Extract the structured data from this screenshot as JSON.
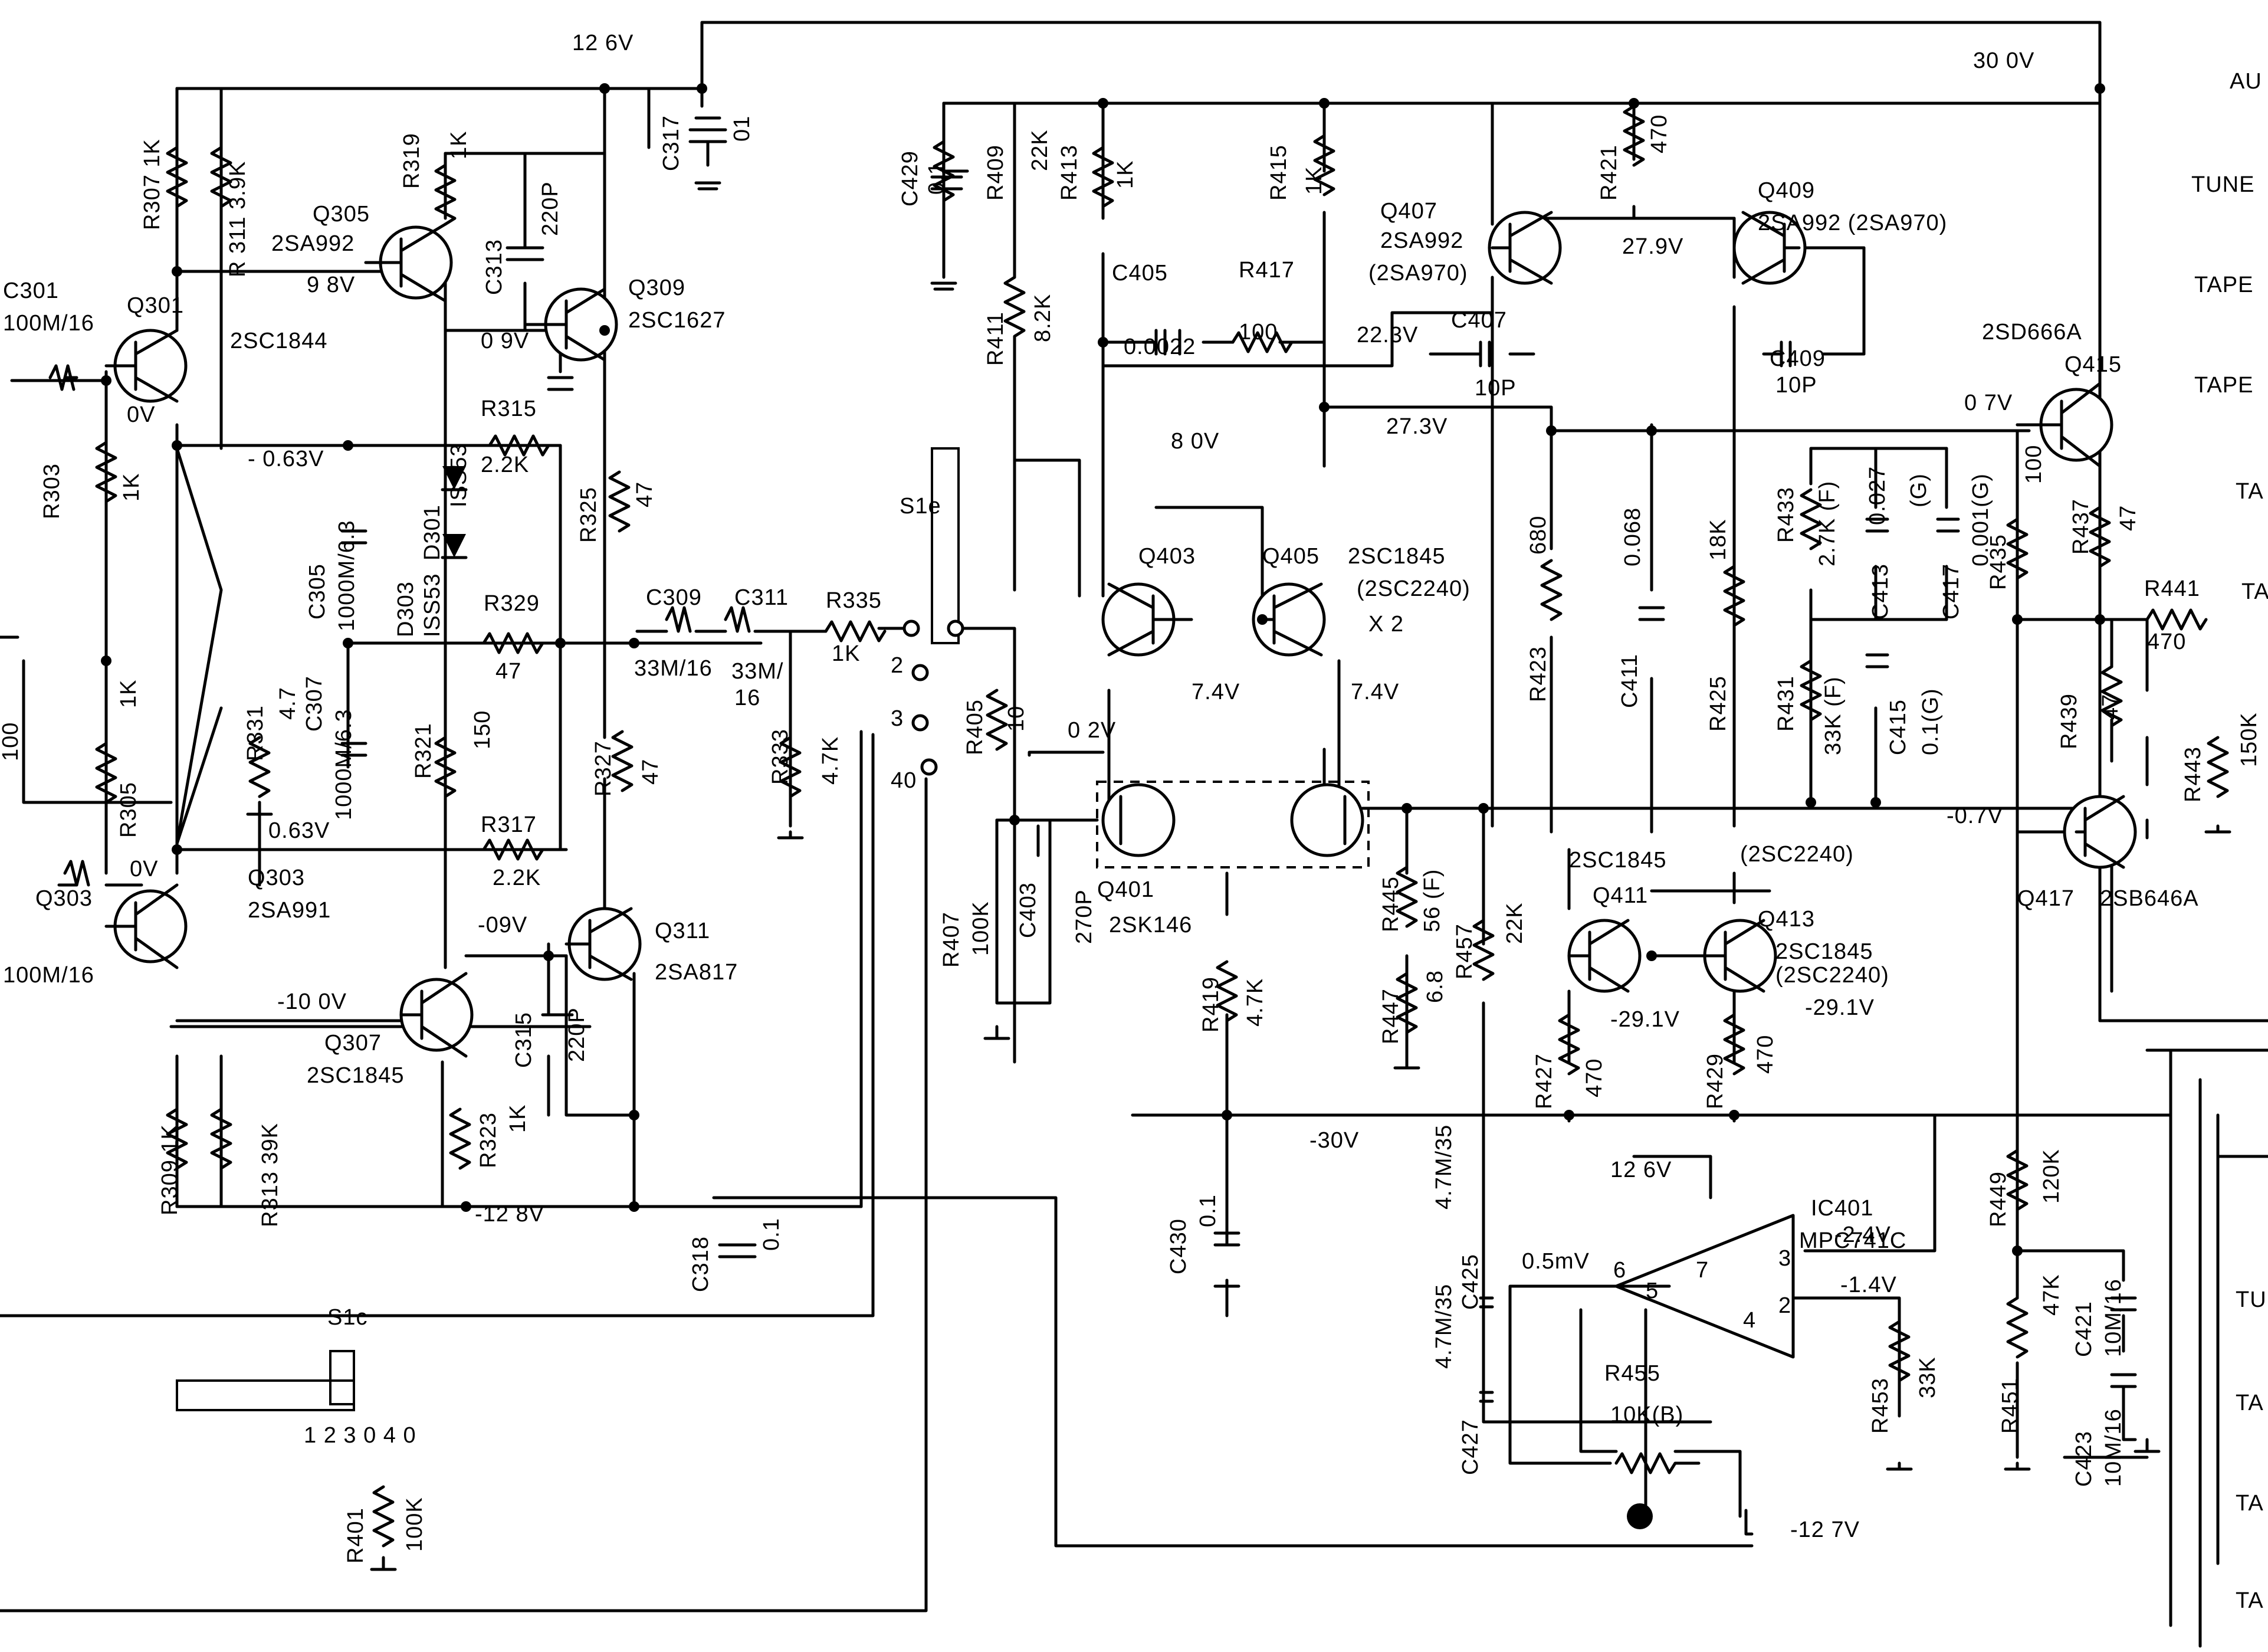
{
  "supply": {
    "v1": "12 6V",
    "v2": "30 0V",
    "neg30": "-30V",
    "neg128": "-12 8V",
    "p126b": "12 6V",
    "neg127": "-12 7V"
  },
  "stage3": {
    "c301": "C301",
    "c301v": "100M/16",
    "q301": "Q301",
    "q301t": "2SC1844",
    "ov1": "0V",
    "r303": "R303",
    "r303v": "1K",
    "r305": "R305",
    "r305v": "1K",
    "hundred": "100",
    "q303a": "Q303",
    "q303b": "100M/16",
    "ov2": "0V",
    "q303n": "Q303",
    "q303t": "2SA991",
    "r307": "R307 1K",
    "r311": "R 311 3.9K",
    "r309": "R309 1K",
    "r313": "R313 39K",
    "q305": "Q305",
    "q305t": "2SA992",
    "v98": "9 8V",
    "r319": "R319",
    "r319v": "1K",
    "c313": "C313",
    "c313v": "220P",
    "q309": "Q309",
    "q309t": "2SC1627",
    "v09": "0 9V",
    "vm063": "- 0.63V",
    "c305": "C305",
    "c305v": "1000M/6.3",
    "d303": "D303",
    "d301": "D301",
    "iss53a": "ISS53",
    "iss53b": "ISS53",
    "r315": "R315",
    "r315v": "2.2K",
    "r325": "R325",
    "r325v": "47",
    "r329": "R329",
    "r329v": "47",
    "r331": "R331",
    "r331v": "4.7",
    "c307": "C307",
    "c307v": "1000M/6.3",
    "v063": "0.63V",
    "r321": "R321",
    "r321v": "150",
    "r317": "R317",
    "r317v": "2.2K",
    "r327": "R327",
    "r327v": "47",
    "vm09": "-09V",
    "q311": "Q311",
    "q311t": "2SA817",
    "vm100": "-10 0V",
    "q307": "Q307",
    "q307t": "2SC1845",
    "c315": "C315",
    "c315v": "220P",
    "r323": "R323",
    "r323v": "1K",
    "c317": "C317",
    "c317v": "01",
    "c318": "C318",
    "c318v": "0.1",
    "c309": "C309",
    "c309v": "33M/16",
    "c311": "C311",
    "c311v1": "33M/",
    "c311v2": "16",
    "r335": "R335",
    "r335v": "1K",
    "r333": "R333",
    "r333v": "4.7K",
    "s1c": "S1c",
    "s1cn": "1 2 3 0 4 0",
    "r401": "R401",
    "r401v": "100K",
    "s1e": "S1e",
    "sw2": "2",
    "sw3": "3",
    "sw4": "40"
  },
  "stage4": {
    "c429": "C429",
    "c429v": "0.1",
    "r409": "R409",
    "r409v": "22K",
    "r413": "R413",
    "r413v": "1K",
    "r411": "R411",
    "r411v": "8.2K",
    "c405": "C405",
    "c405v": "0.0022",
    "r417": "R417",
    "r417v": "100",
    "r415": "R415",
    "r415v": "1K",
    "v80": "8 0V",
    "q403": "Q403",
    "q405": "Q405",
    "q405t": "2SC1845",
    "q405t2": "(2SC2240)",
    "x2": "X 2",
    "v74a": "7.4V",
    "v74b": "7.4V",
    "v02": "0 2V",
    "r405": "R405",
    "r405v": "10",
    "r407": "R407",
    "r407v": "100K",
    "c403": "C403",
    "c403v": "270P",
    "q401": "Q401",
    "q401t": "2SK146",
    "r419": "R419",
    "r419v": "4.7K",
    "c430": "C430",
    "c430v": "0.1",
    "r421": "R421",
    "r421v": "470",
    "q407": "Q407",
    "q407t": "2SA992",
    "q407t2": "(2SA970)",
    "v279": "27.9V",
    "q409": "Q409",
    "q409t": "2SA992 (2SA970)",
    "v223": "22.3V",
    "c407": "C407",
    "c407v": "10P",
    "c409": "C409",
    "c409v": "10P",
    "v273": "27.3V",
    "r423": "R423",
    "r423v": "680",
    "c411": "C411",
    "c411v": "0.068",
    "r425": "R425",
    "r425v": "18K",
    "r433": "R433",
    "r433v": "2.7K (F)",
    "c413": "C413",
    "c413v": "0.027",
    "c413g": "(G)",
    "c417": "C417",
    "c417v": "0.001(G)",
    "r431": "R431",
    "r431v": "33K (F)",
    "c415": "C415",
    "c415v": "0.1(G)",
    "r445": "R445",
    "r445v": "56 (F)",
    "r447": "R447",
    "r447v": "6.8",
    "r457": "R457",
    "r457v": "22K",
    "c4411": "2SC1845",
    "c4413": "(2SC2240)",
    "q411": "Q411",
    "q413": "Q413",
    "q413t": "2SC1845",
    "q413t2": "(2SC2240)",
    "v291a": "-29.1V",
    "v291b": "-29.1V",
    "r427": "R427",
    "r427v": "470",
    "r429": "R429",
    "r429v": "470"
  },
  "stage5": {
    "q415": "Q415",
    "q415t": "2SD666A",
    "v07": "0 7V",
    "r435": "R435",
    "r435v": "100",
    "r437": "R437",
    "r437v": "47",
    "r441": "R441",
    "r441v": "470",
    "r439": "R439",
    "r439v": "47",
    "r443": "R443",
    "r443v": "150K",
    "vm07": "-0.7V",
    "q417": "Q417",
    "q417t": "2SB646A",
    "r449": "R449",
    "r449v": "120K",
    "r451": "R451",
    "r451v": "47K",
    "c421": "C421",
    "c421v": "10M/16",
    "c423": "C423",
    "c423v": "10M/16",
    "c425": "C425",
    "c425v": "4.7M/35",
    "c427": "C427",
    "c427v": "4.7M/35",
    "ic": "IC401",
    "icp": "MPC741C",
    "p6": "6",
    "p7": "7",
    "p5": "5",
    "p4": "4",
    "p3": "3",
    "p2": "2",
    "v05": "0.5mV",
    "vm24": "-2.4V",
    "vm14": "-1.4V",
    "r453": "R453",
    "r453v": "33K",
    "r455": "R455",
    "r455v": "10K(B)"
  },
  "edge": {
    "a1": "AU",
    "a2": "TUNE",
    "a3": "TAPE",
    "a4": "TAPE",
    "a5": "TA",
    "a6": "TA",
    "b1": "TU",
    "b2": "TA",
    "b3": "TA",
    "b4": "TA"
  }
}
